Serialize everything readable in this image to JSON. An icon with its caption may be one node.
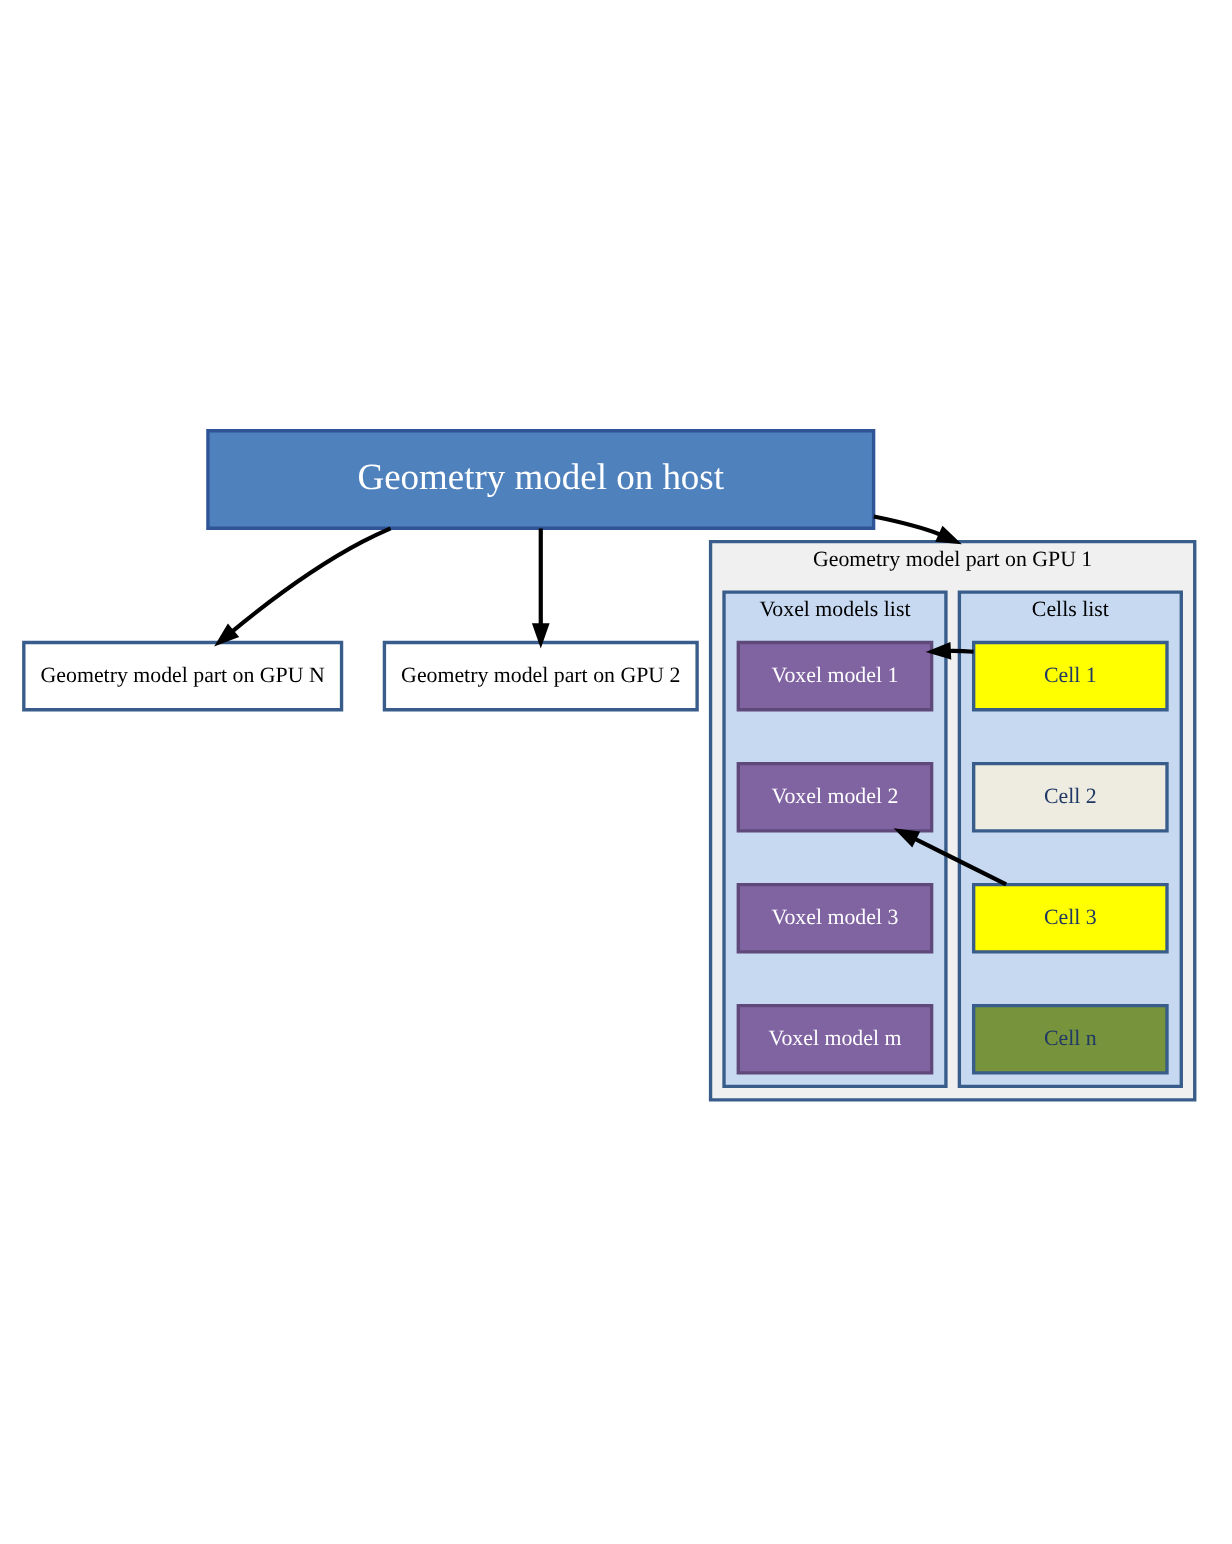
{
  "diagram": {
    "nodes": [
      {
        "text": [
          "Geometry model on host"
        ]
      },
      {
        "text": [
          "Geometry model part on GPU N"
        ]
      },
      {
        "text": [
          "Geometry model part on GPU 2"
        ]
      },
      {
        "text": [
          "Geometry model part on GPU 1"
        ]
      },
      {
        "text": [
          "Cells list"
        ],
        "in": 3
      },
      {
        "text": [
          "Cell 1"
        ],
        "in": 4
      },
      {
        "text": [
          "Cell 2"
        ],
        "in": 4
      },
      {
        "text": [
          "Cell 3"
        ],
        "in": 4
      },
      {
        "text": [
          "Cell n"
        ],
        "in": 4
      },
      {
        "text": [
          "Voxel models list"
        ],
        "in": 3
      },
      {
        "text": [
          "Voxel model 1"
        ],
        "in": 9
      },
      {
        "text": [
          "Voxel model 2"
        ],
        "in": 9
      },
      {
        "text": [
          "Voxel model 3"
        ],
        "in": 9
      },
      {
        "text": [
          "Voxel model m"
        ],
        "in": 9
      }
    ],
    "edges": [
      {
        "from": 0,
        "to": 3,
        "arrow": "to"
      },
      {
        "from": 0,
        "to": 2,
        "arrow": "to"
      },
      {
        "from": 0,
        "to": 1,
        "arrow": "to"
      },
      {
        "from": 5,
        "to": 10,
        "arrow": "to"
      },
      {
        "from": 7,
        "to": 11,
        "arrow": "to"
      }
    ]
  }
}
